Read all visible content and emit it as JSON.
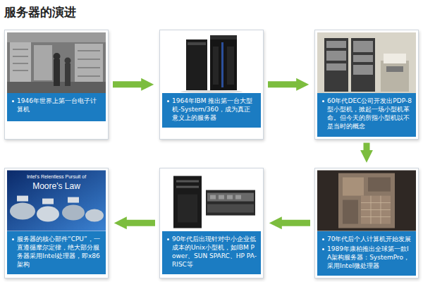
{
  "diagram": {
    "title": "服务器的演进",
    "nodes": [
      {
        "text": [
          "1946年世界上第一台电子计算机"
        ]
      },
      {
        "text": [
          "1964年IBM 推出第一台大型机-System/360，成为真正意义上的服务器"
        ]
      },
      {
        "text": [
          "60年代DEC公司开发出PDP-8型小型机，掀起一场小型机革命。但今天的所指小型机以不是当时的概念"
        ]
      },
      {
        "text": [
          "70年代后个人计算机开始发展",
          "1989年康柏推出全球第一款IA架构服务器：SystemPro，采用Intel微处理器"
        ]
      },
      {
        "text": [
          "90年代后出现针对中小企业低成本的Unix小型机，如IBM Power、SUN SPARC、HP PA-RISC等"
        ]
      },
      {
        "text": [
          "服务器的核心部件“CPU”，一直遵循摩尔定律，绝大部分服务器采用Intel处理器，即x86架构"
        ]
      }
    ],
    "edges": [
      {
        "from": 0,
        "to": 1,
        "arrow": "to"
      },
      {
        "from": 1,
        "to": 2,
        "arrow": "to"
      },
      {
        "from": 2,
        "to": 3,
        "arrow": "to"
      },
      {
        "from": 3,
        "to": 4,
        "arrow": "to"
      },
      {
        "from": 4,
        "to": 5,
        "arrow": "to"
      }
    ],
    "labels": [
      "Intel's Relentless Pursuit of",
      "Moore's Law"
    ]
  }
}
